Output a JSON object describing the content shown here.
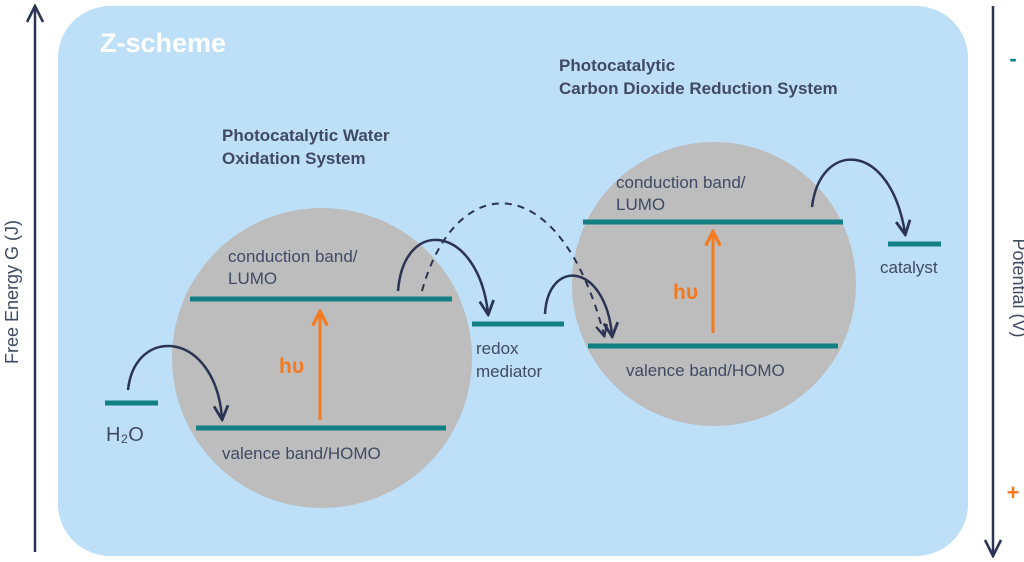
{
  "title": "Z-scheme",
  "axes": {
    "left_label": "Free Energy G (J)",
    "right_label": "Potential (V)",
    "right_top_sign": "-",
    "right_bottom_sign": "+"
  },
  "systems": {
    "water": {
      "label_line1": "Photocatalytic Water",
      "label_line2": "Oxidation System",
      "conduction_line1": "conduction band/",
      "conduction_line2": "LUMO",
      "valence": "valence band/HOMO",
      "photon": "hυ"
    },
    "co2": {
      "label_line1": "Photocatalytic",
      "label_line2": "Carbon Dioxide Reduction System",
      "conduction_line1": "conduction band/",
      "conduction_line2": "LUMO",
      "valence": "valence band/HOMO",
      "photon": "hυ"
    }
  },
  "species": {
    "water": "H₂O",
    "mediator_line1": "redox",
    "mediator_line2": "mediator",
    "catalyst": "catalyst"
  },
  "colors": {
    "panel": "#bddff8",
    "circle": "#bdbdbd",
    "band": "#117f83",
    "arrow": "#2b3453",
    "photon": "#f47a1f",
    "axis": "#2b3453"
  }
}
